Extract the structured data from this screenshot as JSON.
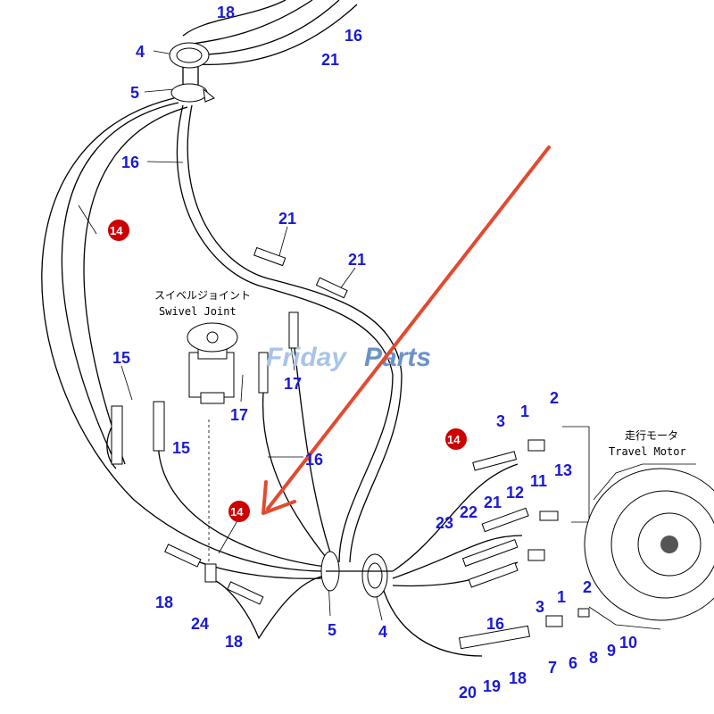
{
  "labels": {
    "swivel_joint_jp": "スイベルジョイント",
    "swivel_joint_en": "Swivel Joint",
    "travel_motor_jp": "走行モータ",
    "travel_motor_en": "Travel Motor"
  },
  "badge": "14",
  "watermark": {
    "part1": "Friday",
    "part2": "Parts",
    "color1": "#a9c4e8",
    "color2": "#6b93c9"
  },
  "colors": {
    "callout": "#1a1ad6",
    "badge": "#cc0000",
    "arrow": "#e24a30"
  },
  "callouts": {
    "c18a": "18",
    "c16a": "16",
    "c21a": "21",
    "c4a": "4",
    "c5a": "5",
    "c16b": "16",
    "c21b": "21",
    "c21c": "21",
    "c15a": "15",
    "c15b": "15",
    "c17a": "17",
    "c17b": "17",
    "c16c": "16",
    "c3a": "3",
    "c1a": "1",
    "c2a": "2",
    "c13": "13",
    "c11": "11",
    "c12": "12",
    "c21d": "21",
    "c22": "22",
    "c23": "23",
    "c2b": "2",
    "c16d": "16",
    "c3b": "3",
    "c1b": "1",
    "c5b": "5",
    "c4b": "4",
    "c18b": "18",
    "c24": "24",
    "c18c": "18",
    "c7": "7",
    "c6": "6",
    "c8": "8",
    "c9": "9",
    "c10": "10",
    "c20": "20",
    "c19": "19",
    "c18d": "18"
  }
}
